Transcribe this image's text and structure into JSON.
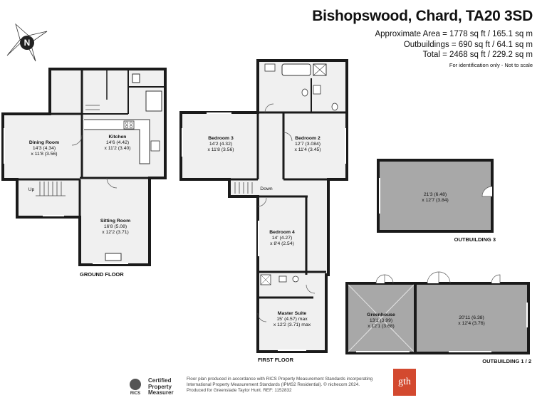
{
  "header": {
    "title": "Bishopswood, Chard, TA20 3SD",
    "approx_area": "Approximate Area = 1778 sq ft / 165.1 sq m",
    "outbuildings": "Outbuildings = 690 sq ft / 64.1 sq m",
    "total": "Total = 2468 sq ft / 229.2 sq m",
    "note": "For identification only - Not to scale"
  },
  "compass": {
    "label": "N",
    "icon": "compass-icon"
  },
  "floors": {
    "ground": "GROUND FLOOR",
    "first": "FIRST FLOOR",
    "outbuilding3": "OUTBUILDING 3",
    "outbuilding12": "OUTBUILDING 1 / 2"
  },
  "rooms": {
    "dining": {
      "name": "Dining Room",
      "dim1": "14'3 (4.34)",
      "dim2": "x 11'8 (3.56)"
    },
    "kitchen": {
      "name": "Kitchen",
      "dim1": "14'6 (4.42)",
      "dim2": "x 11'2 (3.40)"
    },
    "sitting": {
      "name": "Sitting Room",
      "dim1": "16'8 (5.08)",
      "dim2": "x 12'2 (3.71)"
    },
    "bedroom3": {
      "name": "Bedroom 3",
      "dim1": "14'2 (4.32)",
      "dim2": "x 11'8 (3.56)"
    },
    "bedroom2": {
      "name": "Bedroom 2",
      "dim1": "12'7 (3.084)",
      "dim2": "x 11'4 (3.45)"
    },
    "bedroom4": {
      "name": "Bedroom 4",
      "dim1": "14' (4.27)",
      "dim2": "x 8'4 (2.54)"
    },
    "master": {
      "name": "Master Suite",
      "dim1": "15' (4.57) max",
      "dim2": "x 12'2 (3.71) max"
    },
    "outbuilding3": {
      "dim1": "21'3 (6.48)",
      "dim2": "x 12'7 (3.84)"
    },
    "greenhouse": {
      "name": "Greenhouse",
      "dim1": "13'1 (3.99)",
      "dim2": "x 12'1 (3.68)"
    },
    "outbuilding1": {
      "dim1": "20'11 (6.38)",
      "dim2": "x 12'4 (3.76)"
    }
  },
  "stairs": {
    "up": "Up",
    "down": "Down"
  },
  "footer": {
    "rics_abbr": "RICS",
    "rics_line1": "Certified",
    "rics_line2": "Property",
    "rics_line3": "Measurer",
    "note_line1": "Floor plan produced in accordance with RICS Property Measurement Standards incorporating",
    "note_line2": "International Property Measurement Standards (IPMS2 Residential). © nichecom 2024.",
    "note_line3": "Produced for Greenslade Taylor Hunt.  REF: 1152832",
    "logo": "gth"
  },
  "colors": {
    "wall": "#1a1a1a",
    "floor": "#f0f0f0",
    "outbuilding_floor": "#a8a8a8",
    "logo": "#d3492f"
  }
}
